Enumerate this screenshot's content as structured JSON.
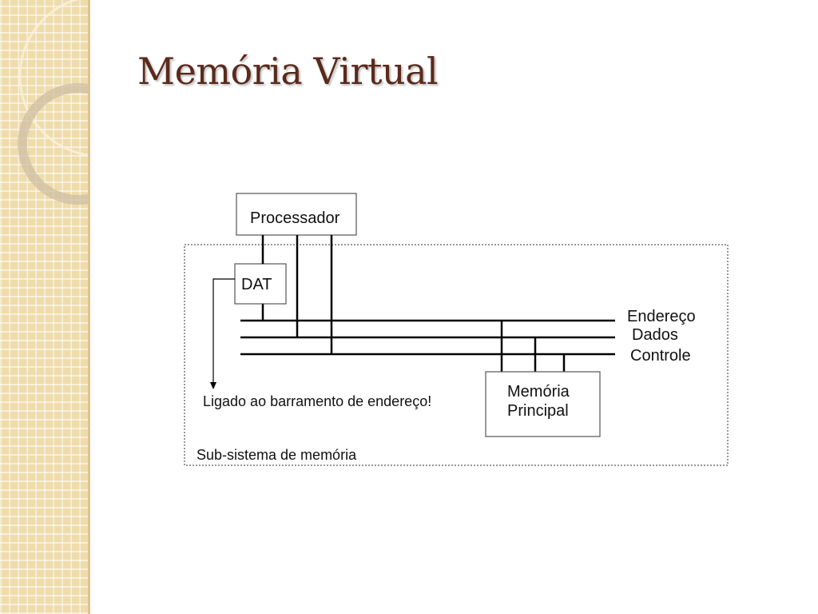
{
  "slide": {
    "title": "Memória Virtual"
  },
  "diagram": {
    "processor_label": "Processador",
    "dat_label": "DAT",
    "bus_labels": {
      "address": "Endereço",
      "data": "Dados",
      "control": "Controle"
    },
    "memory_label_line1": "Memória",
    "memory_label_line2": "Principal",
    "note": "Ligado ao barramento de endereço!",
    "subsystem_label": "Sub-sistema de memória"
  },
  "colors": {
    "title": "#5a2a1c",
    "sidebar": "#efdcab"
  }
}
